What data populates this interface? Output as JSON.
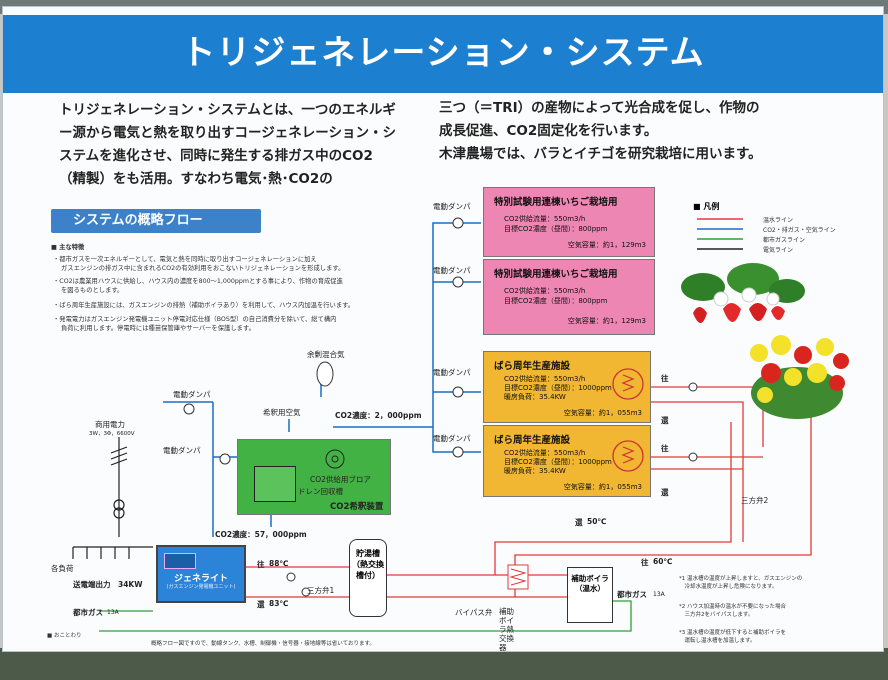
{
  "title": "トリジェネレーション・システム",
  "intro": {
    "left": "トリジェネレーション・システムとは、一つのエネルギー源から電気と熱を取り出すコージェネレーション・システムを進化させ、同時に発生する排ガス中のCO2（精製）をも活用。すなわち電気･熱･CO2の",
    "right_line1": "三つ（＝TRI）の産物によって光合成を促し、作物の",
    "right_line2": "成長促進、CO2固定化を行います。",
    "right_line3": "木津農場では、バラとイチゴを研究栽培に用います。"
  },
  "section_title": "システムの概略フロー",
  "notes": {
    "heading": "■ 主な特徴",
    "n1a": "・都市ガスを一次エネルギーとして、電気と熱を同時に取り出すコージェネレーションに加え",
    "n1b": "ガスエンジンの排ガス中に含まれるCO2の有効利用をおこないトリジェネレーションを形成します。",
    "n2a": "・CO2は農業用ハウスに供給し、ハウス内の濃度を800～1,000ppmとする事により、作物の育成促進",
    "n2b": "を図るものとします。",
    "n3": "・ばら周年生産施設には、ガスエンジンの排熱（補助ボイラあり）を利用して、ハウス内加温を行います。",
    "n4a": "・発電電力はガスエンジン発電機ユニット停電対応仕様（BOS型）の自己消費分を除いて、総て構内",
    "n4b": "負荷に利用します。停電時には種苗保管庫やサーバーを保護します。"
  },
  "facilities": {
    "s1": {
      "title": "特別試験用連棟いちご栽培用",
      "flow": "CO2供給流量：550m3/h",
      "conc": "目標CO2濃度（昼間）：800ppm",
      "vol": "空気容量：約1，129m3"
    },
    "s2": {
      "title": "特別試験用連棟いちご栽培用",
      "flow": "CO2供給流量：550m3/h",
      "conc": "目標CO2濃度（昼間）：800ppm",
      "vol": "空気容量：約1，129m3"
    },
    "r1": {
      "title": "ばら周年生産施設",
      "flow": "CO2供給流量：550m3/h",
      "conc": "目標CO2濃度（昼間）：1000ppm",
      "heat": "暖房負荷：35.4KW",
      "vol": "空気容量：約1，055m3"
    },
    "r2": {
      "title": "ばら周年生産施設",
      "flow": "CO2供給流量：550m3/h",
      "conc": "目標CO2濃度（昼間）：1000ppm",
      "heat": "暖房負荷：35.4KW",
      "vol": "空気容量：約1，055m3"
    }
  },
  "labels": {
    "damper": "電動ダンパ",
    "co2_conc_2000": "CO2濃度：2，000ppm",
    "co2_conc_57000": "CO2濃度：57，000ppm",
    "dilution_air": "希釈用空気",
    "surplus_co2": "余剰混合気",
    "blower": "CO2供給用ブロア",
    "drain": "ドレン回収槽",
    "dilution_device": "CO2希釈装置",
    "commercial_power": "商用電力",
    "power_spec": "3W，3Φ，6600V",
    "load": "各負荷",
    "output": "送電端出力　34KW",
    "city_gas": "都市ガス",
    "gas_13a": "13A",
    "genelight": "ジェネライト",
    "genelight_sub": "(ガスエンジン発電機ユニット)",
    "temp_88": "88℃",
    "temp_83": "83℃",
    "temp_50": "50℃",
    "temp_60": "60℃",
    "go": "往",
    "ret": "還",
    "tank": "貯湯槽（熱交換槽付）",
    "three_way_1": "三方弁1",
    "three_way_2": "三方弁2",
    "bypass": "バイパス弁",
    "aux_boiler": "補助ボイラ（温水）",
    "heat_exchanger": "補助ボイラ熱交換器",
    "legend": "■ 凡例",
    "legend_1": "温水ライン",
    "legend_2": "CO2・排ガス・空気ライン",
    "legend_3": "都市ガスライン",
    "legend_4": "電気ライン",
    "rnote1a": "*1 温水槽の温度が上昇しますと、ガスエンジンの",
    "rnote1b": "　冷却水温度が上昇し危険になります。",
    "rnote2a": "*2 ハウス加温時の温水が不要になった場合",
    "rnote2b": "　三方弁2をバイパスします。",
    "rnote3a": "*3 温水槽の温度が低下すると補助ボイラを",
    "rnote3b": "　運転し温水槽を加温します。",
    "footer_note": "概略フロー図ですので、動線タンク、水槽、制御機・信号器・接地線等は省いております。",
    "footer_left": "■ おことわり"
  },
  "colors": {
    "title_bar": "#1d7fcf",
    "hot_water_line": "#e23a3a",
    "co2_line": "#1a6fc4",
    "gas_line": "#2f9f3a",
    "power_line": "#222222",
    "pink_box": "#ee86b3",
    "orange_box": "#f1b733",
    "green_box": "#42b244"
  }
}
